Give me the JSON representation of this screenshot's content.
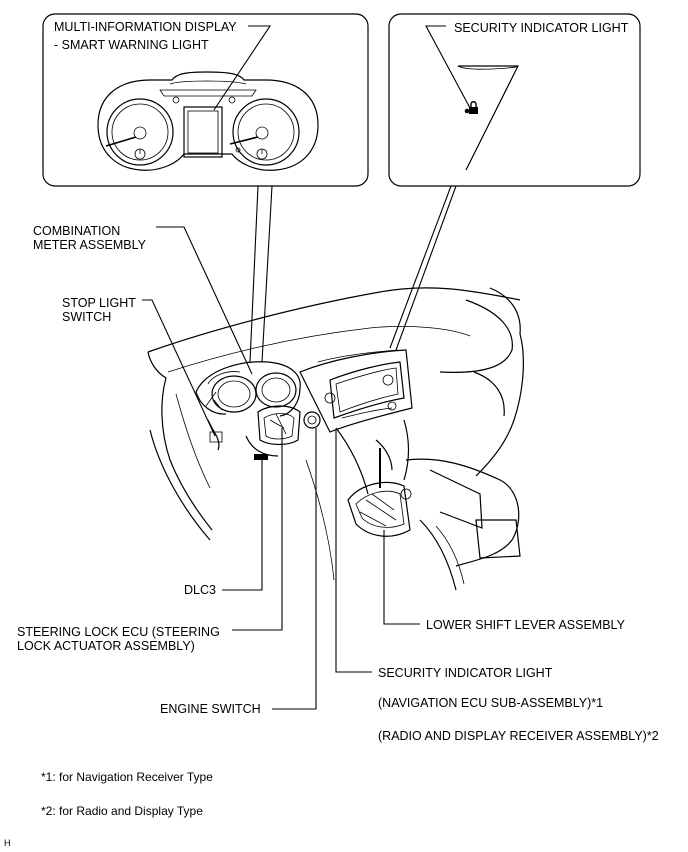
{
  "callouts": {
    "mid_line1": "MULTI-INFORMATION DISPLAY",
    "mid_line2": "- SMART WARNING LIGHT",
    "security_top": "SECURITY INDICATOR LIGHT"
  },
  "labels": {
    "combination_line1": "COMBINATION",
    "combination_line2": "METER ASSEMBLY",
    "stop_line1": "STOP LIGHT",
    "stop_line2": "SWITCH",
    "dlc3": "DLC3",
    "steering_line1": "STEERING LOCK ECU (STEERING",
    "steering_line2": "LOCK ACTUATOR ASSEMBLY)",
    "engine_switch": "ENGINE SWITCH",
    "lower_shift": "LOWER SHIFT LEVER ASSEMBLY",
    "security_bottom": "SECURITY INDICATOR LIGHT",
    "security_nav": "(NAVIGATION ECU SUB-ASSEMBLY)*1",
    "security_radio": "(RADIO AND DISPLAY RECEIVER ASSEMBLY)*2"
  },
  "footnotes": {
    "note1": "*1: for Navigation Receiver Type",
    "note2": "*2: for Radio and Display Type"
  },
  "corner_mark": "H"
}
